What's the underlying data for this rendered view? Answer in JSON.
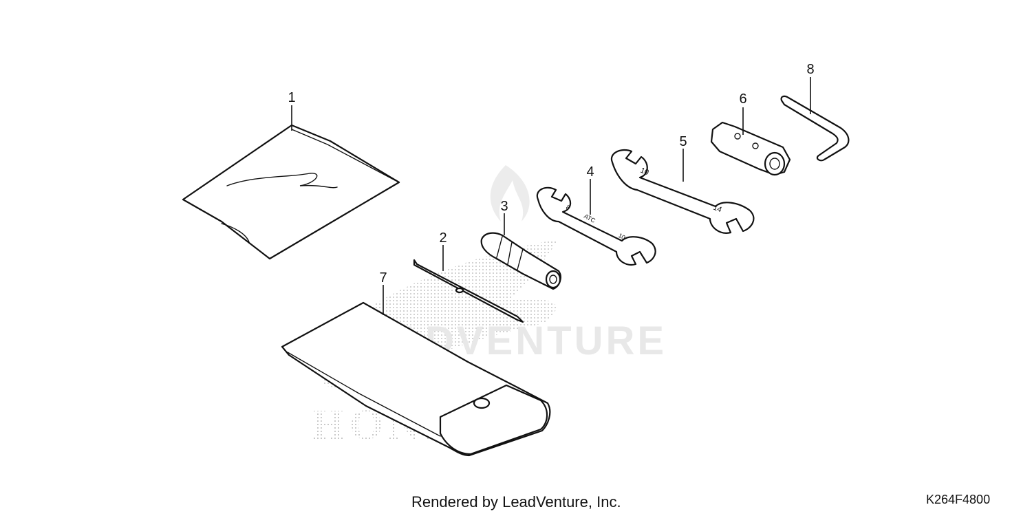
{
  "diagram": {
    "callouts": [
      {
        "number": "1",
        "part": "document-bag"
      },
      {
        "number": "2",
        "part": "screwdriver-grip-shaft"
      },
      {
        "number": "3",
        "part": "screwdriver-grip"
      },
      {
        "number": "4",
        "part": "open-end-wrench-8x10"
      },
      {
        "number": "5",
        "part": "open-end-wrench-10x14"
      },
      {
        "number": "6",
        "part": "plug-wrench"
      },
      {
        "number": "7",
        "part": "tool-bag"
      },
      {
        "number": "8",
        "part": "hex-key"
      }
    ],
    "wrench_small_marks": [
      "8",
      "ATC",
      "10"
    ],
    "wrench_large_marks": [
      "10",
      "14"
    ]
  },
  "watermark": {
    "brand_text": "LEADVENTURE",
    "maker_text": "HONDA"
  },
  "footer": {
    "credit": "Rendered by LeadVenture, Inc.",
    "diagram_code": "K264F4800"
  },
  "colors": {
    "line": "#111111",
    "watermark": "#e8e8e8",
    "background": "#ffffff"
  }
}
